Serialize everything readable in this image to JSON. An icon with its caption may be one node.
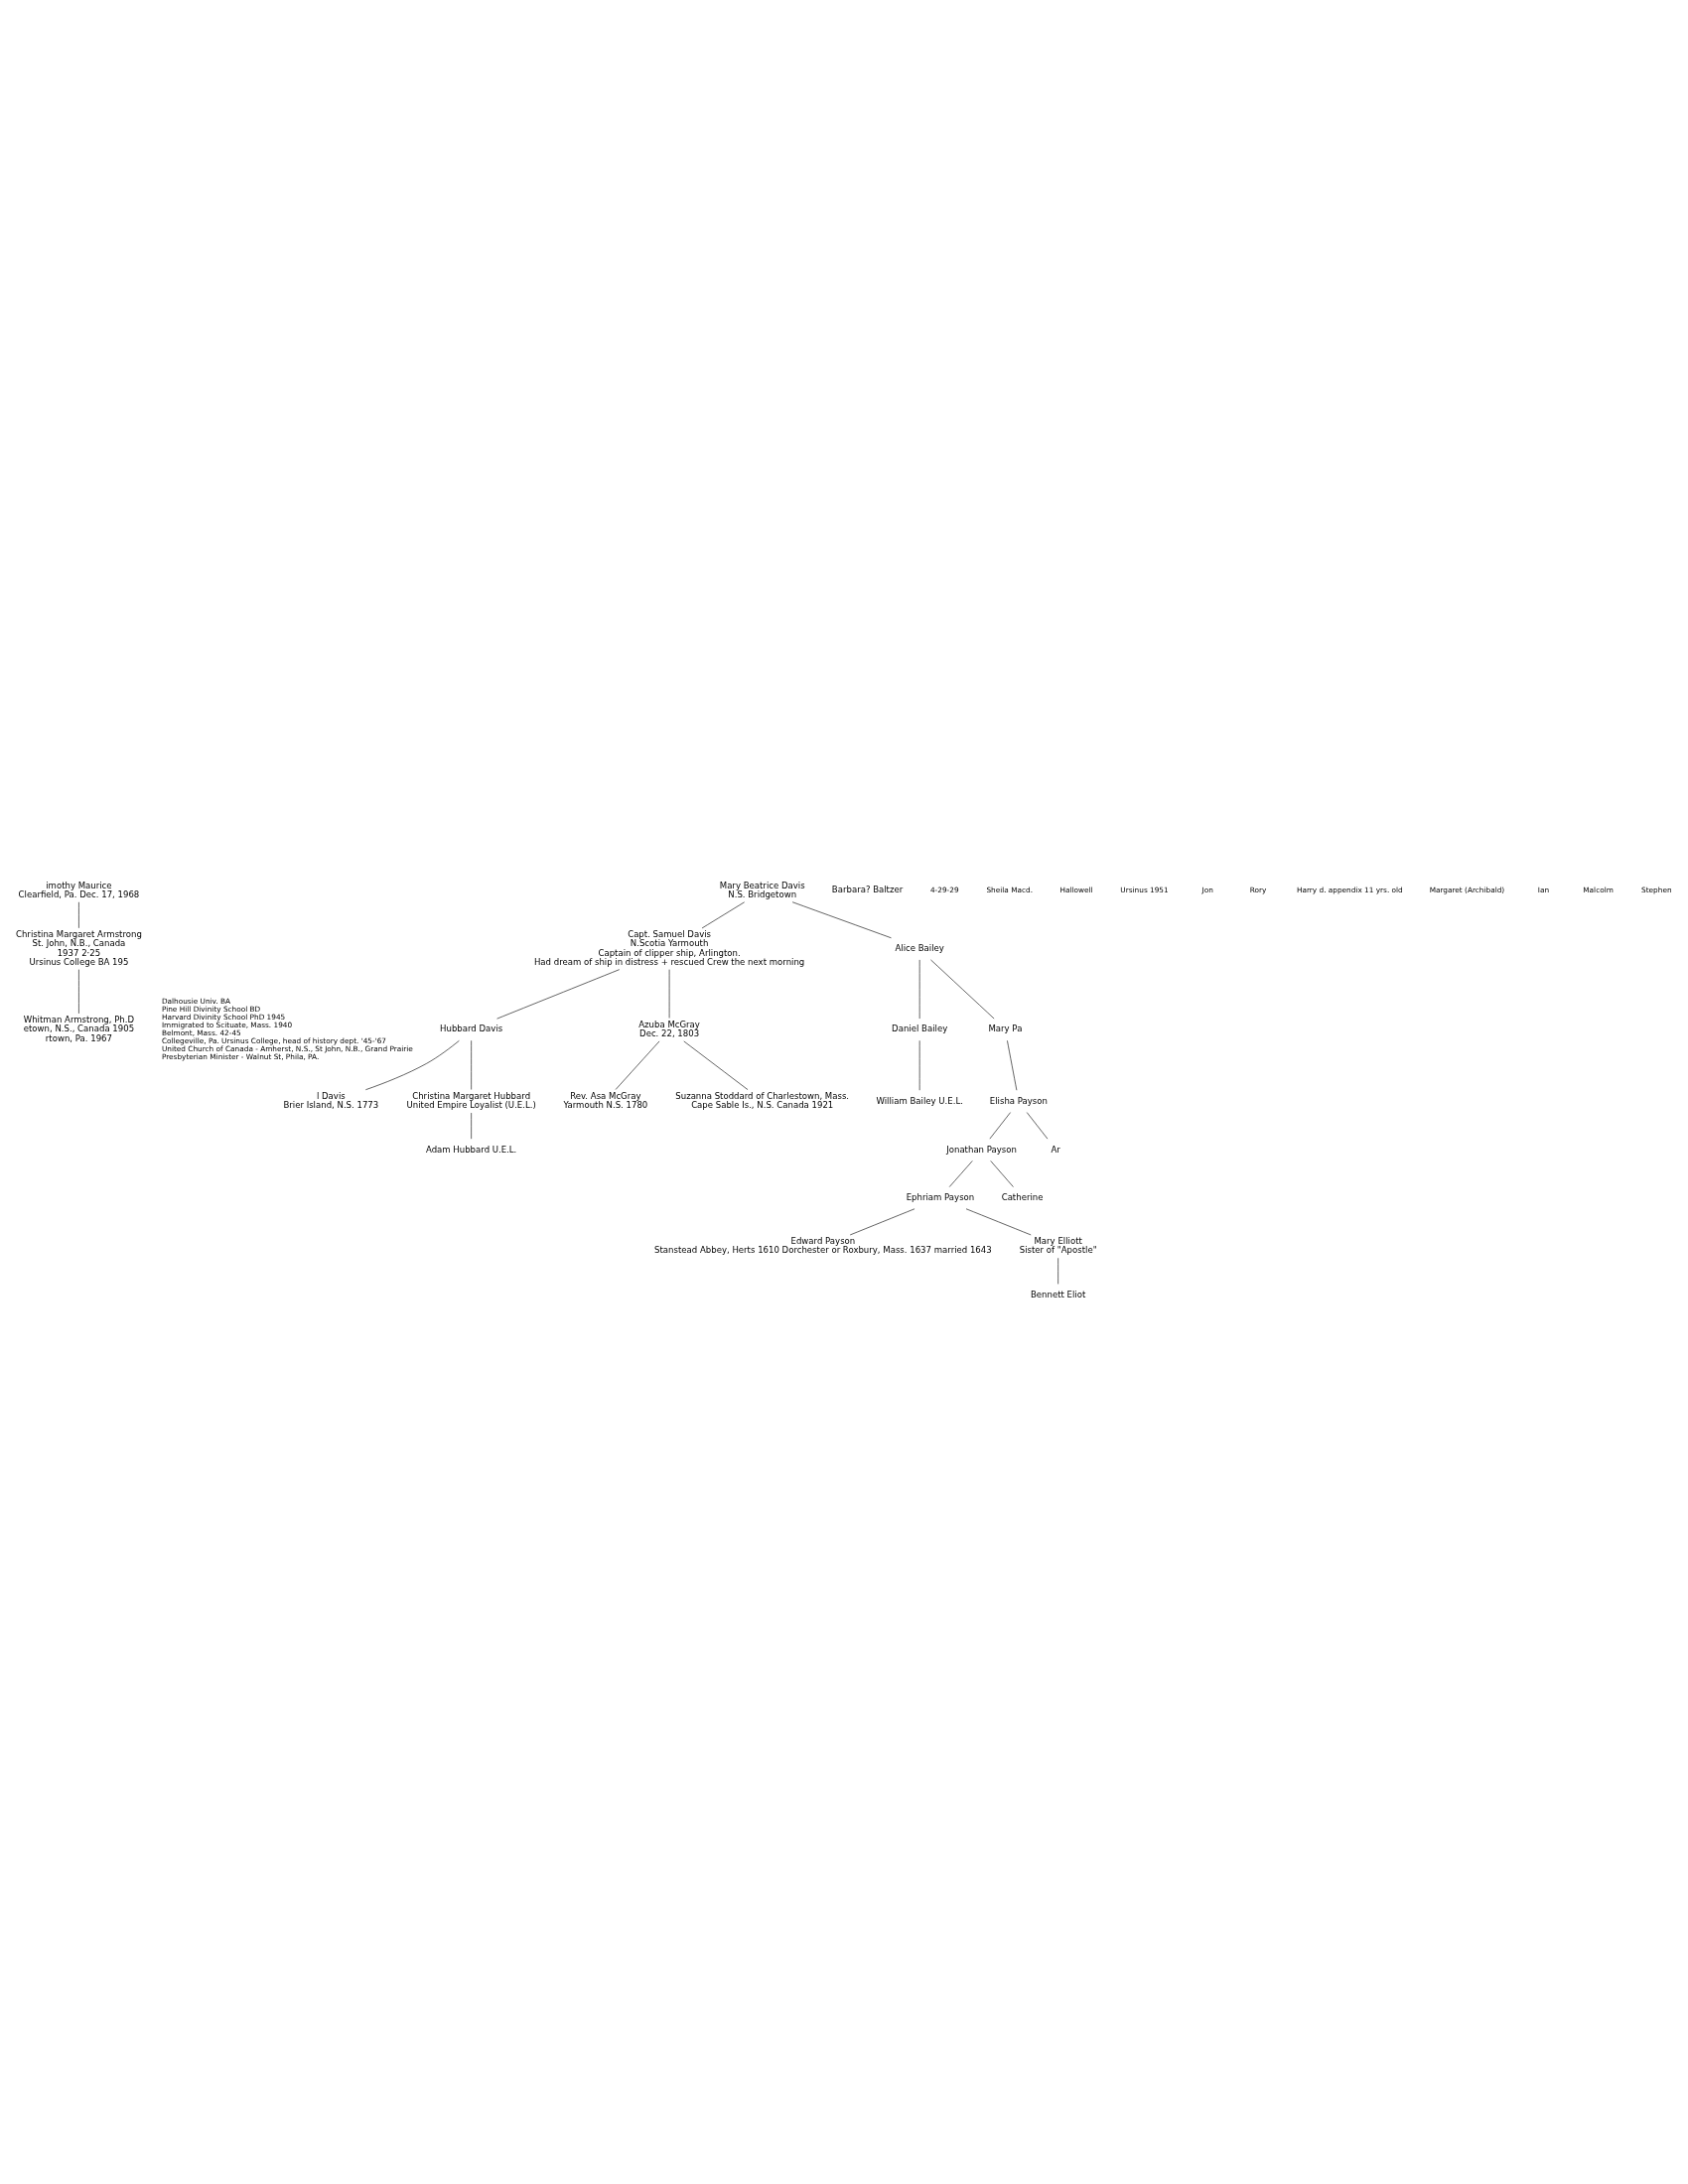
{
  "diagram": {
    "nodes": [
      {
        "text": [
          "imothy Maurice",
          "Clearfield, Pa. Dec. 17, 1968"
        ]
      },
      {
        "text": [
          "Christina Margaret Armstrong",
          "St. John, N.B., Canada",
          "1937 2·25",
          "Ursinus College BA 195"
        ]
      },
      {
        "text": [
          "Whitman Armstrong, Ph.D",
          "etown, N.S., Canada 1905",
          "rtown, Pa. 1967"
        ],
        "beside": [
          "Dalhousie Univ. BA",
          "Pine Hill Divinity School BD",
          "Harvard Divinity School PhD 1945",
          "Immigrated to Scituate, Mass. 1940",
          "Belmont, Mass. 42-45",
          "Collegeville, Pa. Ursinus College, head of history dept. '45-'67",
          "United Church of Canada - Amherst, N.S., St John, N.B., Grand Prairie",
          "Presbyterian Minister - Walnut St, Phila, PA."
        ]
      },
      {
        "text": [
          "Mary Beatrice Davis",
          "N.S. Bridgetown"
        ]
      },
      {
        "text": [
          "Capt. Samuel Davis",
          "N.Scotia Yarmouth",
          "Captain of clipper ship, Arlington.",
          "Had dream of ship in distress + rescued Crew the next morning"
        ]
      },
      {
        "text": [
          "Alice Bailey"
        ]
      },
      {
        "text": [
          "Hubbard Davis"
        ]
      },
      {
        "text": [
          "Azuba McGray",
          "Dec. 22, 1803"
        ]
      },
      {
        "text": [
          "Daniel Bailey"
        ]
      },
      {
        "text": [
          "Mary Pa"
        ]
      },
      {
        "text": [
          "l Davis",
          "Brier Island, N.S. 1773"
        ]
      },
      {
        "text": [
          "Christina Margaret Hubbard",
          "United Empire Loyalist (U.E.L.)"
        ]
      },
      {
        "text": [
          "Rev. Asa McGray",
          "Yarmouth N.S. 1780"
        ]
      },
      {
        "text": [
          "Suzanna Stoddard of Charlestown, Mass.",
          "Cape Sable Is., N.S. Canada 1921"
        ]
      },
      {
        "text": [
          "William Bailey U.E.L."
        ]
      },
      {
        "text": [
          "Elisha Payson"
        ]
      },
      {
        "text": [
          "Barbara? Baltzer"
        ]
      },
      {
        "text": [
          "Adam Hubbard U.E.L."
        ]
      },
      {
        "text": [
          "Jonathan Payson"
        ]
      },
      {
        "text": [
          "Ar"
        ]
      },
      {
        "text": [
          "Ephriam Payson"
        ]
      },
      {
        "text": [
          "Catherine"
        ]
      },
      {
        "text": [
          "Edward Payson",
          "Stanstead Abbey, Herts 1610 Dorchester or Roxbury, Mass. 1637 married 1643"
        ]
      },
      {
        "text": [
          "Mary Elliott",
          "Sister of \"Apostle\""
        ]
      },
      {
        "text": [
          "Bennett Eliot"
        ]
      }
    ],
    "edges": [
      {
        "from": 0,
        "to": 1,
        "arrow": "none"
      },
      {
        "from": 1,
        "to": 2,
        "arrow": "none"
      },
      {
        "from": 3,
        "to": 4,
        "arrow": "none"
      },
      {
        "from": 3,
        "to": 5,
        "arrow": "none"
      },
      {
        "from": 4,
        "to": 6,
        "arrow": "none"
      },
      {
        "from": 4,
        "to": 7,
        "arrow": "none"
      },
      {
        "from": 5,
        "to": 8,
        "arrow": "none"
      },
      {
        "from": 5,
        "to": 9,
        "arrow": "none"
      },
      {
        "from": 6,
        "to": 10,
        "arrow": "none"
      },
      {
        "from": 6,
        "to": 11,
        "arrow": "none"
      },
      {
        "from": 7,
        "to": 12,
        "arrow": "none"
      },
      {
        "from": 7,
        "to": 13,
        "arrow": "none"
      },
      {
        "from": 8,
        "to": 14,
        "arrow": "none"
      },
      {
        "from": 9,
        "to": 15,
        "arrow": "none"
      },
      {
        "from": 11,
        "to": 17,
        "arrow": "none"
      },
      {
        "from": 15,
        "to": 18,
        "arrow": "none"
      },
      {
        "from": 15,
        "to": 19,
        "arrow": "none"
      },
      {
        "from": 18,
        "to": 20,
        "arrow": "none"
      },
      {
        "from": 18,
        "to": 21,
        "arrow": "none"
      },
      {
        "from": 20,
        "to": 22,
        "arrow": "none"
      },
      {
        "from": 20,
        "to": 23,
        "arrow": "none"
      },
      {
        "from": 23,
        "to": 24,
        "arrow": "none"
      }
    ],
    "labels": [
      "4-29-29",
      "Sheila Macd.",
      "Hallowell",
      "Ursinus 1951",
      "Jon",
      "Rory",
      "Harry d. appendix 11 yrs. old",
      "Margaret (Archibald)",
      "Ian",
      "Malcolm",
      "Stephen"
    ]
  }
}
